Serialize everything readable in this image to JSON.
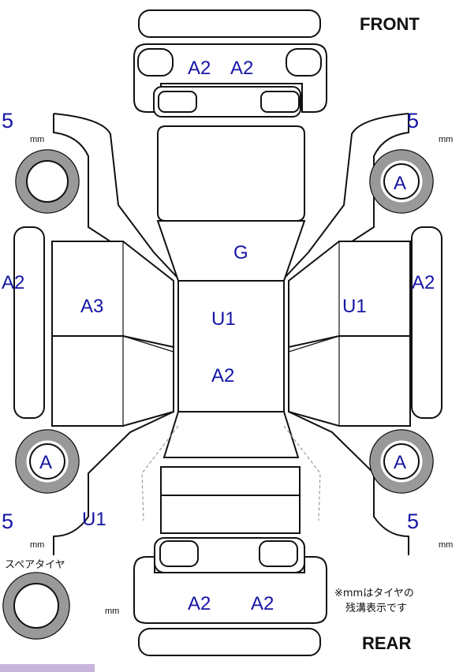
{
  "labels": {
    "front": "FRONT",
    "rear": "REAR",
    "mm": "mm",
    "spare_tire": "スペアタイヤ",
    "note_line1": "※mmはタイヤの",
    "note_line2": "残溝表示です"
  },
  "tread_depth": {
    "front_left": "5",
    "front_right": "5",
    "rear_left": "5",
    "rear_right": "5"
  },
  "damage_codes": {
    "front_bumper_left": "A2",
    "front_bumper_right": "A2",
    "hood": "G",
    "roof_top": "U1",
    "roof_bottom": "A2",
    "left_side_panel": "A2",
    "left_front_door": "A3",
    "right_side_panel": "A2",
    "right_front_door": "U1",
    "front_right_wheel": "A",
    "rear_left_wheel": "A",
    "rear_right_wheel": "A",
    "rear_left_fender": "U1",
    "rear_bumper_left": "A2",
    "rear_bumper_right": "A2"
  },
  "colors": {
    "code_text": "#1515a5",
    "outline": "#111111",
    "tire_ring": "#999999",
    "corner_accent": "#c8b4dc"
  }
}
